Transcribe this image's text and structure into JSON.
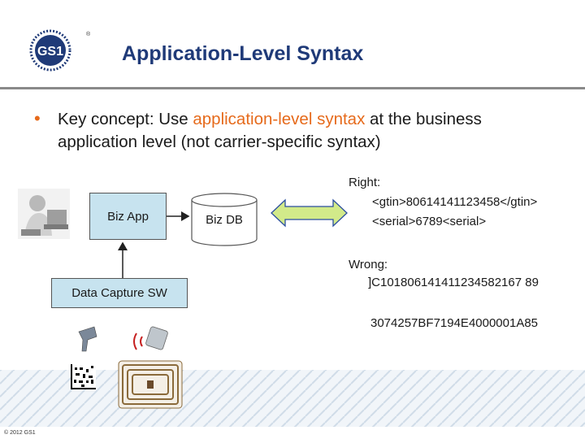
{
  "slide": {
    "title": "Application-Level Syntax",
    "bullet": {
      "prefix": "Key concept:  Use ",
      "highlight": "application-level syntax",
      "suffix": " at the business application level (not carrier-specific syntax)"
    },
    "copyright": "© 2012 GS1"
  },
  "logo": {
    "text": "GS1",
    "registered": "®"
  },
  "diagram": {
    "biz_app": "Biz App",
    "biz_db": "Biz DB",
    "data_capture": "Data Capture SW"
  },
  "examples": {
    "right_label": "Right:",
    "right_line1": "<gtin>80614141123458</gtin>",
    "right_line2": "<serial>6789<serial>",
    "wrong_label": "Wrong:",
    "wrong_line1": "]C101806141411234582167 89",
    "wrong_line2": "3074257BF7194E4000001A85"
  },
  "colors": {
    "title": "#1f3a78",
    "accent": "#e66a1b",
    "box_fill": "#c7e3ef",
    "arrow_fill": "#d2ea8a"
  }
}
